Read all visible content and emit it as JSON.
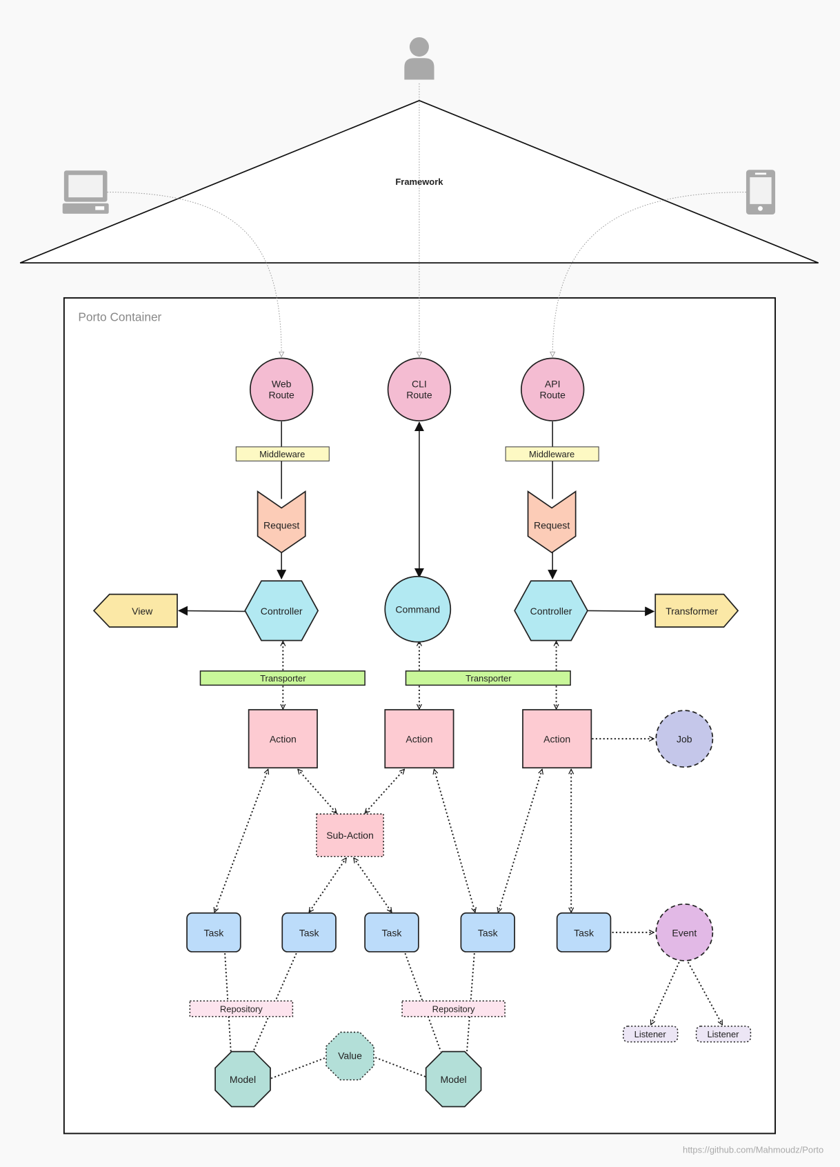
{
  "diagram": {
    "framework_label": "Framework",
    "container_title": "Porto Container",
    "footer_url": "https://github.com/Mahmoudz/Porto",
    "routes": {
      "web": [
        "Web",
        "Route"
      ],
      "cli": [
        "CLI",
        "Route"
      ],
      "api": [
        "API",
        "Route"
      ]
    },
    "middleware": [
      "Middleware",
      "Middleware"
    ],
    "request": [
      "Request",
      "Request"
    ],
    "view": "View",
    "transformer": "Transformer",
    "controllers": [
      "Controller",
      "Controller"
    ],
    "command": "Command",
    "transporters": [
      "Transporter",
      "Transporter"
    ],
    "actions": [
      "Action",
      "Action",
      "Action"
    ],
    "job": "Job",
    "sub_action": "Sub-Action",
    "tasks": [
      "Task",
      "Task",
      "Task",
      "Task",
      "Task"
    ],
    "event": "Event",
    "repositories": [
      "Repository",
      "Repository"
    ],
    "listeners": [
      "Listener",
      "Listener"
    ],
    "models": [
      "Model",
      "Model"
    ],
    "value": "Value"
  },
  "colors": {
    "route": "#f4bcd2",
    "middleware": "#fdf9c3",
    "request": "#fcccb7",
    "controller": "#b2e9f2",
    "view": "#fbe8a6",
    "transporter": "#c9f79a",
    "action": "#fdcbd2",
    "job": "#c5c7ea",
    "task": "#bcdcfa",
    "event": "#e2b9e6",
    "repository": "#fde4ee",
    "listener": "#ece6f5",
    "model": "#b3dfd8"
  }
}
